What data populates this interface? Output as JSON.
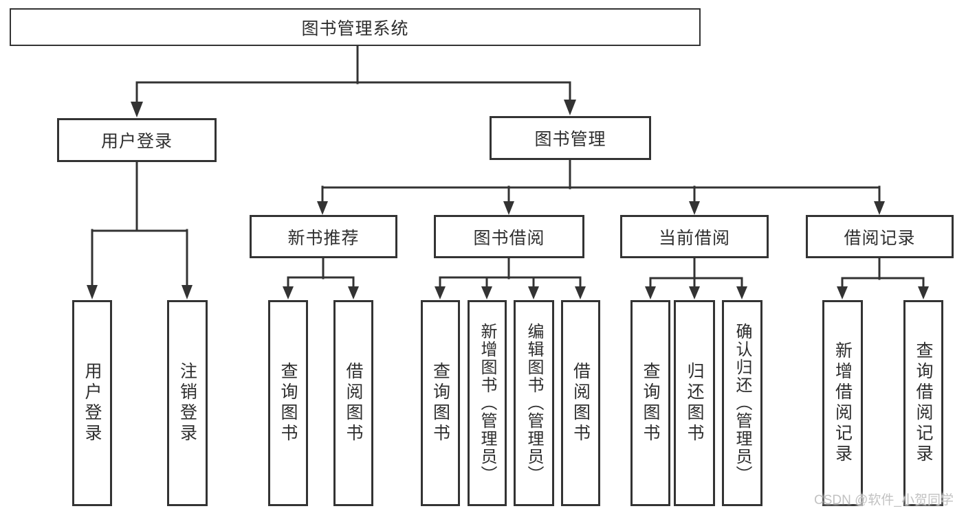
{
  "colors": {
    "line": "#333333",
    "node_border": "#333333",
    "text": "#2e2e2e",
    "watermark": "#c2c2c2",
    "background": "#ffffff"
  },
  "chart": {
    "type": "tree",
    "root": "图书管理系统",
    "branches": [
      {
        "label": "用户登录",
        "children": [
          "用户登录",
          "注销登录"
        ]
      },
      {
        "label": "图书管理",
        "children": [
          {
            "label": "新书推荐",
            "children": [
              "查询图书",
              "借阅图书"
            ]
          },
          {
            "label": "图书借阅",
            "children": [
              "查询图书",
              "新增图书（管理员）",
              "编辑图书（管理员）",
              "借阅图书"
            ]
          },
          {
            "label": "当前借阅",
            "children": [
              "查询图书",
              "归还图书",
              "确认归还（管理员）"
            ]
          },
          {
            "label": "借阅记录",
            "children": [
              "新增借阅记录",
              "查询借阅记录"
            ]
          }
        ]
      }
    ]
  },
  "watermark": {
    "text": "CSDN @软件_小贺同学"
  }
}
